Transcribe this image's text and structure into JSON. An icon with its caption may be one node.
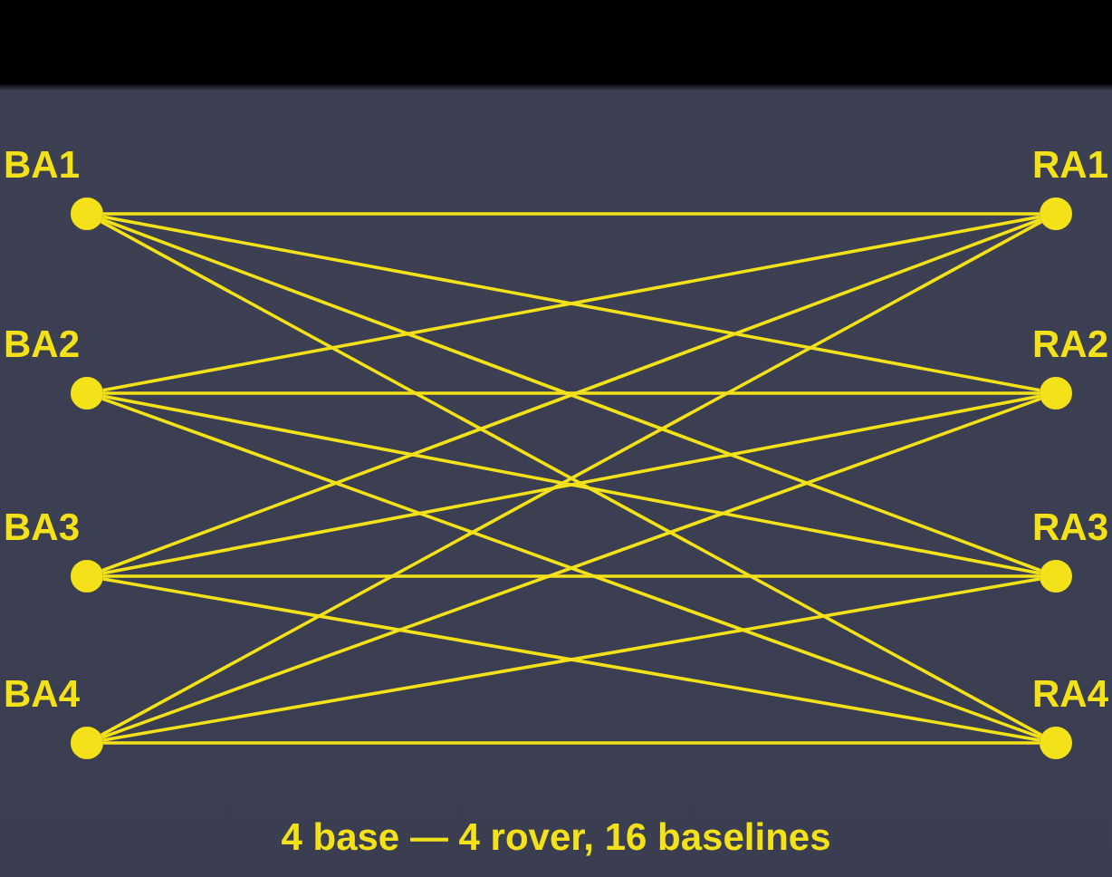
{
  "diagram": {
    "caption": "4 base — 4 rover, 16 baselines",
    "nodes": [
      {
        "text": [],
        "shape": "circle",
        "beside": [
          "BA1"
        ]
      },
      {
        "text": [],
        "shape": "circle",
        "beside": [
          "BA2"
        ]
      },
      {
        "text": [],
        "shape": "circle",
        "beside": [
          "BA3"
        ]
      },
      {
        "text": [],
        "shape": "circle",
        "beside": [
          "BA4"
        ]
      },
      {
        "text": [],
        "shape": "circle",
        "beside": [
          "RA1"
        ]
      },
      {
        "text": [],
        "shape": "circle",
        "beside": [
          "RA2"
        ]
      },
      {
        "text": [],
        "shape": "circle",
        "beside": [
          "RA3"
        ]
      },
      {
        "text": [],
        "shape": "circle",
        "beside": [
          "RA4"
        ]
      }
    ],
    "edges": [
      {
        "from": 0,
        "to": 4,
        "arrow": "none"
      },
      {
        "from": 0,
        "to": 5,
        "arrow": "none"
      },
      {
        "from": 0,
        "to": 6,
        "arrow": "none"
      },
      {
        "from": 0,
        "to": 7,
        "arrow": "none"
      },
      {
        "from": 1,
        "to": 4,
        "arrow": "none"
      },
      {
        "from": 1,
        "to": 5,
        "arrow": "none"
      },
      {
        "from": 1,
        "to": 6,
        "arrow": "none"
      },
      {
        "from": 1,
        "to": 7,
        "arrow": "none"
      },
      {
        "from": 2,
        "to": 4,
        "arrow": "none"
      },
      {
        "from": 2,
        "to": 5,
        "arrow": "none"
      },
      {
        "from": 2,
        "to": 6,
        "arrow": "none"
      },
      {
        "from": 2,
        "to": 7,
        "arrow": "none"
      },
      {
        "from": 3,
        "to": 4,
        "arrow": "none"
      },
      {
        "from": 3,
        "to": 5,
        "arrow": "none"
      },
      {
        "from": 3,
        "to": 6,
        "arrow": "none"
      },
      {
        "from": 3,
        "to": 7,
        "arrow": "none"
      }
    ]
  }
}
